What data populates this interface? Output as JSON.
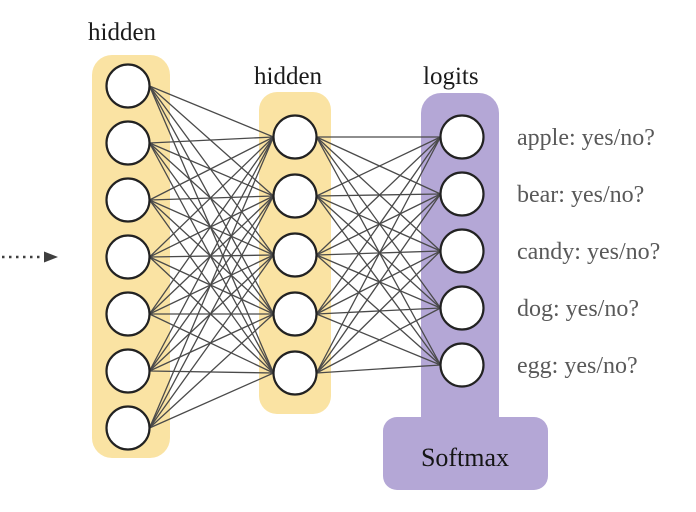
{
  "labels": {
    "hidden_layer_1": "hidden",
    "hidden_layer_2": "hidden",
    "logits_layer": "logits",
    "softmax": "Softmax"
  },
  "outputs": [
    "apple: yes/no?",
    "bear: yes/no?",
    "candy: yes/no?",
    "dog: yes/no?",
    "egg: yes/no?"
  ],
  "network": {
    "fully_connected": true,
    "input": {
      "type": "dotted-arrow"
    },
    "layers": [
      {
        "name": "hidden-1",
        "label": "hidden",
        "node_count": 7,
        "panel_color": "#FAE3A3"
      },
      {
        "name": "hidden-2",
        "label": "hidden",
        "node_count": 5,
        "panel_color": "#FAE3A3"
      },
      {
        "name": "logits",
        "label": "logits",
        "node_count": 5,
        "panel_color": "#B4A7D6"
      }
    ],
    "output_op": {
      "name": "softmax",
      "label": "Softmax",
      "box_color": "#B4A7D6"
    }
  },
  "colors": {
    "layer_yellow": "#FAE3A3",
    "layer_purple": "#B4A7D6",
    "node_fill": "#FFFFFF",
    "node_stroke": "#222222",
    "edge": "#4A4A4A",
    "arrow": "#3F3F3F",
    "label_dark": "#1B1B1B",
    "output_text": "#595959",
    "background": "#FFFFFF"
  }
}
